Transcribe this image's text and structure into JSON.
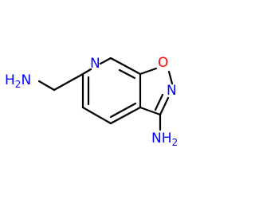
{
  "molecule": {
    "colors": {
      "bond": "#000000",
      "nitrogen": "#0000ff",
      "oxygen": "#ff0000"
    },
    "labels": {
      "aminomethyl_amine": {
        "main": "H",
        "sub": "2",
        "tail": "N"
      },
      "ring_n_pyridine": "N",
      "ring_o": "O",
      "ring_n_isoxazole": "N",
      "ring_amine": {
        "main": "NH",
        "sub": "2"
      }
    }
  }
}
